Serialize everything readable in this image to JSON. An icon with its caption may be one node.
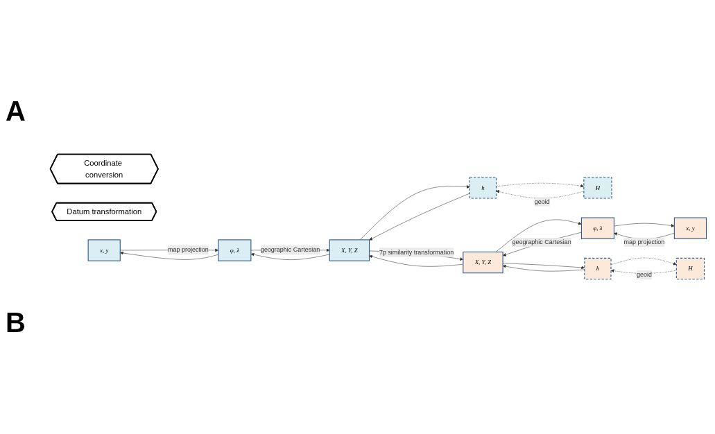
{
  "diagram": {
    "nodes": [
      {
        "text": [
          "Coordinate conversion"
        ]
      },
      {
        "text": [
          "Datum transformation"
        ]
      },
      {
        "text": [
          "x, y"
        ]
      },
      {
        "text": [
          "φ, λ"
        ]
      },
      {
        "text": [
          "H"
        ]
      },
      {
        "text": [
          "h"
        ]
      },
      {
        "text": [
          "X, Y, Z"
        ]
      },
      {
        "text": [
          "x, y"
        ]
      },
      {
        "text": [
          "φ, λ"
        ]
      },
      {
        "text": [
          "H"
        ]
      },
      {
        "text": [
          "h"
        ]
      },
      {
        "text": [
          "X, Y, Z"
        ]
      }
    ],
    "edges": [
      {
        "from": 2,
        "to": 3,
        "arrow": "to",
        "label": "map projection"
      },
      {
        "from": 3,
        "to": 2,
        "arrow": "to"
      },
      {
        "from": 4,
        "to": 5,
        "arrow": "to",
        "label": "geoid",
        "style": "dashed"
      },
      {
        "from": 5,
        "to": 4,
        "arrow": "to",
        "style": "dashed"
      },
      {
        "from": 3,
        "to": 6,
        "arrow": "to",
        "label": "geographic Cartesian"
      },
      {
        "from": 5,
        "to": 6,
        "arrow": "to"
      },
      {
        "from": 6,
        "to": 3,
        "arrow": "to"
      },
      {
        "from": 6,
        "to": 5,
        "arrow": "to"
      },
      {
        "from": 6,
        "to": 11,
        "arrow": "to",
        "label": "7p similarity transformation"
      },
      {
        "from": 11,
        "to": 6,
        "arrow": "to"
      },
      {
        "from": 7,
        "to": 8,
        "arrow": "to",
        "label": "map projection"
      },
      {
        "from": 8,
        "to": 7,
        "arrow": "to"
      },
      {
        "from": 9,
        "to": 10,
        "arrow": "to",
        "label": "geoid",
        "style": "dashed"
      },
      {
        "from": 10,
        "to": 9,
        "arrow": "to",
        "style": "dashed"
      },
      {
        "from": 8,
        "to": 11,
        "arrow": "to",
        "label": "geographic Cartesian"
      },
      {
        "from": 10,
        "to": 11,
        "arrow": "to"
      },
      {
        "from": 11,
        "to": 8,
        "arrow": "to"
      },
      {
        "from": 11,
        "to": 10,
        "arrow": "to"
      }
    ],
    "labels": [
      "A",
      "B"
    ]
  }
}
